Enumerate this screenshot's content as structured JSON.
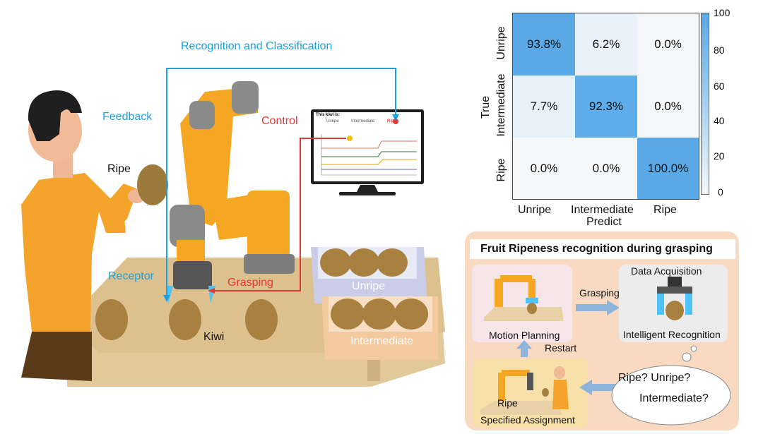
{
  "scene": {
    "flow_top": "Recognition and Classification",
    "feedback": "Feedback",
    "control": "Control",
    "ripe": "Ripe",
    "receptor": "Receptor",
    "grasping": "Grasping",
    "kiwi": "Kiwi",
    "box_unripe": "Unripe",
    "box_intermediate": "Intermediate",
    "monitor": {
      "title": "This kiwi is:",
      "options": [
        "Unripe",
        "Intermediate",
        "Ripe"
      ]
    }
  },
  "confusion_matrix": {
    "ylabel_true": "True",
    "xlabel": "Predict",
    "row_labels": [
      "Unripe",
      "Intermediate",
      "Ripe"
    ],
    "col_labels": [
      "Unripe",
      "Intermediate",
      "Ripe"
    ],
    "cells": [
      [
        "93.8%",
        "6.2%",
        "0.0%"
      ],
      [
        "7.7%",
        "92.3%",
        "0.0%"
      ],
      [
        "0.0%",
        "0.0%",
        "100.0%"
      ]
    ],
    "colorbar_ticks": [
      "100",
      "80",
      "60",
      "40",
      "20",
      "0"
    ]
  },
  "chart_data": {
    "type": "heatmap",
    "title": "",
    "xlabel": "Predict",
    "ylabel": "True",
    "rows": [
      "Unripe",
      "Intermediate",
      "Ripe"
    ],
    "columns": [
      "Unripe",
      "Intermediate",
      "Ripe"
    ],
    "values": [
      [
        93.8,
        6.2,
        0.0
      ],
      [
        7.7,
        92.3,
        0.0
      ],
      [
        0.0,
        0.0,
        100.0
      ]
    ],
    "colorbar_range": [
      0,
      100
    ],
    "colorbar_ticks": [
      0,
      20,
      40,
      60,
      80,
      100
    ]
  },
  "workflow": {
    "title": "Fruit Ripeness recognition during grasping",
    "data_acquisition": "Data Acquisition",
    "grasping": "Grasping",
    "intelligent_recognition": "Intelligent  Recognition",
    "motion_planning": "Motion  Planning",
    "restart": "Restart",
    "ripe": "Ripe",
    "specified_assignment": "Specified Assignment",
    "bubble_line1": "Ripe?  Unripe?",
    "bubble_line2": "Intermediate?"
  },
  "colors": {
    "accent_blue": "#1ba1e2",
    "control_red": "#e53935",
    "cm_high": "#5aa9e6",
    "cm_low": "#f4f6f8",
    "panel_bg": "#f8d9c2"
  }
}
